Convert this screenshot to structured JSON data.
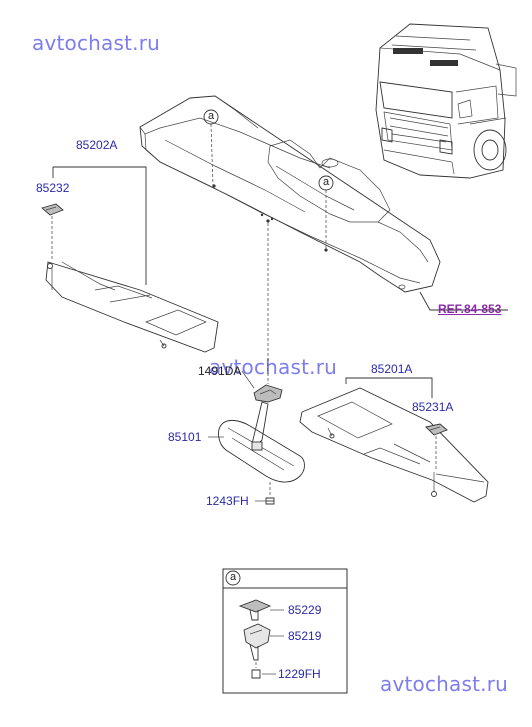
{
  "watermarks": {
    "top": "avtochast.ru",
    "middle": "avtochast.ru",
    "bottom": "avtochast.ru"
  },
  "callouts": {
    "visor_left": "85202A",
    "clip_left": "85232",
    "ref": "REF.84-853",
    "bolt_mirror_bracket": "1491DA",
    "visor_right": "85201A",
    "clip_right": "85231A",
    "mirror": "85101",
    "mirror_screw": "1243FH",
    "marker_a": "a"
  },
  "detail_box": {
    "marker": "a",
    "part_hook": "85229",
    "part_bracket": "85219",
    "part_screw": "1229FH"
  },
  "colors": {
    "label": "#2a2aa8",
    "ref": "#8a2aa8",
    "watermark": "#7d7df0"
  }
}
